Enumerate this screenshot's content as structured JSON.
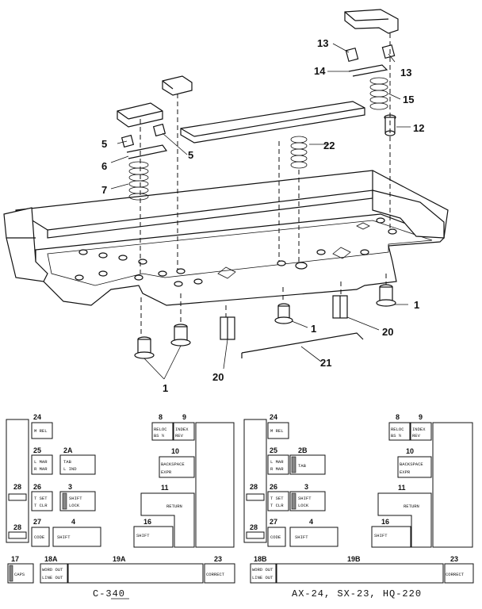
{
  "callouts": {
    "p1a": "1",
    "p1b": "1",
    "p1c": "1",
    "p5a": "5",
    "p5b": "5",
    "p6": "6",
    "p7": "7",
    "p12": "12",
    "p13a": "13",
    "p13b": "13",
    "p14": "14",
    "p15": "15",
    "p20a": "20",
    "p20b": "20",
    "p21": "21",
    "p22": "22"
  },
  "keyboards": {
    "left": {
      "caption": "C-340",
      "nums": {
        "n24": "24",
        "n25": "25",
        "n2a": "2A",
        "n26": "26",
        "n3": "3",
        "n27": "27",
        "n4": "4",
        "n28a": "28",
        "n28b": "28",
        "n8": "8",
        "n9": "9",
        "n10": "10",
        "n11": "11",
        "n16": "16",
        "n17": "17",
        "n18": "18A",
        "n19": "19A",
        "n23": "23"
      },
      "keys": {
        "mrel": "M REL",
        "lmar": "L MAR",
        "rmar": "R MAR",
        "tab": "TAB",
        "tab2": "L IND",
        "tset": "T SET",
        "tclr": "T CLR",
        "shiftlock": "SHIFT",
        "shiftlock2": "LOCK",
        "code": "CODE",
        "shift": "SHIFT",
        "reloc": "RELOC",
        "reloc2": "BS ½",
        "index": "INDEX",
        "index2": "REV",
        "backspace": "BACKSPACE",
        "backspace2": "EXPR",
        "return": "RETURN",
        "shift_r": "SHIFT",
        "caps": "CAPS",
        "wordout": "WORD OUT",
        "lineout": "LINE OUT",
        "correct": "CORRECT"
      }
    },
    "right": {
      "caption": "AX-24, SX-23, HQ-220",
      "nums": {
        "n24": "24",
        "n25": "25",
        "n2a": "2B",
        "n26": "26",
        "n3": "3",
        "n27": "27",
        "n4": "4",
        "n28a": "28",
        "n28b": "28",
        "n8": "8",
        "n9": "9",
        "n10": "10",
        "n11": "11",
        "n16": "16",
        "n17": "",
        "n18": "18B",
        "n19": "19B",
        "n23": "23"
      },
      "keys": {
        "mrel": "M REL",
        "lmar": "L MAR",
        "rmar": "R MAR",
        "tab": "TAB",
        "tab2": "",
        "tset": "T SET",
        "tclr": "T CLR",
        "shiftlock": "SHIFT",
        "shiftlock2": "LOCK",
        "code": "CODE",
        "shift": "SHIFT",
        "reloc": "RELOC",
        "reloc2": "BS ½",
        "index": "INDEX",
        "index2": "REV",
        "backspace": "BACKSPACE",
        "backspace2": "EXPR",
        "return": "RETURN",
        "shift_r": "SHIFT",
        "caps": "",
        "wordout": "WORD OUT",
        "lineout": "LINE OUT",
        "correct": "CORRECT"
      }
    }
  }
}
